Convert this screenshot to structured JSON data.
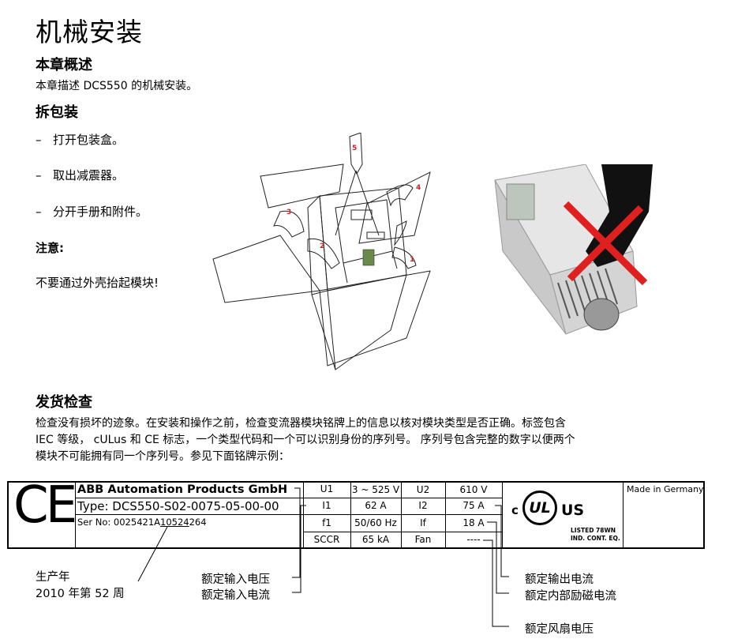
{
  "title": "机械安装",
  "overview": {
    "heading": "本章概述",
    "text": "本章描述 DCS550 的机械安装。"
  },
  "unpack": {
    "heading": "拆包装",
    "steps": [
      "打开包装盒。",
      "取出减震器。",
      "分开手册和附件。"
    ],
    "dash": "–",
    "note_heading": "注意:",
    "note_text": "不要通过外壳抬起模块!"
  },
  "figure": {
    "step_numbers": [
      "1",
      "2",
      "3",
      "4",
      "5"
    ]
  },
  "delivery": {
    "heading": "发货检查",
    "lines": [
      "检查没有损坏的迹象。在安装和操作之前，检查变流器模块铭牌上的信息以核对模块类型是否正确。标签包含",
      "IEC 等级， cULus 和 CE 标志，一个类型代码和一个可以识别身份的序列号。 序列号包含完整的数字以便两个",
      "模块不可能拥有同一个序列号。参见下面铭牌示例："
    ]
  },
  "nameplate": {
    "ce": "CE",
    "company": "ABB Automation Products GmbH",
    "type": "Type: DCS550-S02-0075-05-00-00",
    "serial_prefix": "Ser No: 0025421A",
    "serial_mark": "10524",
    "serial_suffix": "264",
    "grid": [
      [
        "U1",
        "3 ~ 525 V",
        "U2",
        "610 V"
      ],
      [
        "I1",
        "62 A",
        "I2",
        "75 A"
      ],
      [
        "f1",
        "50/60 Hz",
        "If",
        "18 A"
      ],
      [
        "SCCR",
        "65 kA",
        "Fan",
        "----"
      ]
    ],
    "ul_c": "c",
    "ul_text": "UL",
    "ul_us": "US",
    "listed": "LISTED 78WN",
    "ind": "IND. CONT. EQ.",
    "made_in": "Made in Germany"
  },
  "callouts": {
    "year_label": "生产年",
    "year_value": "2010 年第 52 周",
    "rated_input_voltage": "额定输入电压",
    "rated_input_current": "额定输入电流",
    "rated_output_current": "额定输出电流",
    "rated_field_current": "额定内部励磁电流",
    "rated_fan_voltage": "额定风扇电压"
  },
  "colors": {
    "step_red": "#cc2222",
    "cross_red": "#e02020"
  }
}
